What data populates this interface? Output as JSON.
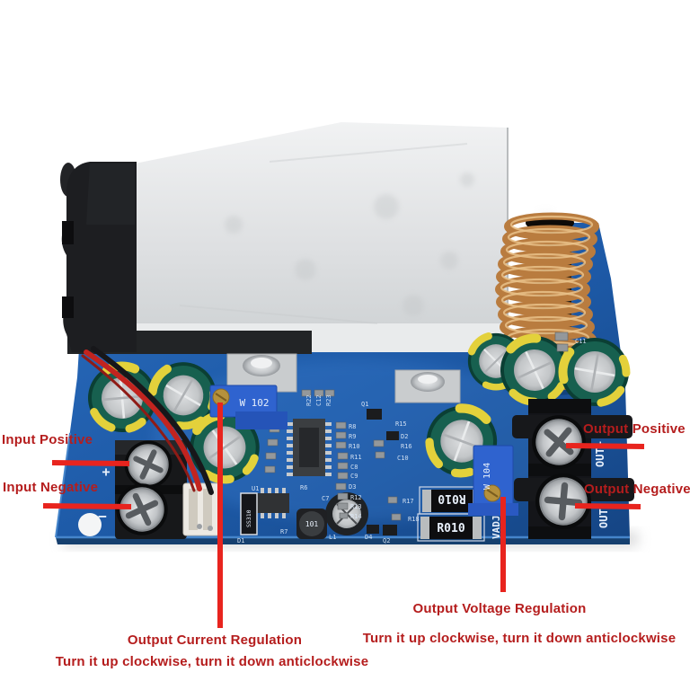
{
  "colors": {
    "ann_text": "#b51d1d",
    "ann_line": "#e8241e",
    "pcb_blue": "#1f5da9",
    "copper": "#b97c3f",
    "heatsink_silver": "#d9dbdd",
    "cap_green": "#17604f",
    "pot_blue": "#2f63cf",
    "background": "#ffffff"
  },
  "annotations": {
    "input_positive": "Input Positive",
    "input_negative": "Input Negative",
    "output_positive": "Output Positive",
    "output_negative": "Output Negative",
    "current_title": "Output Current Regulation",
    "current_hint": "Turn it up clockwise, turn it down anticlockwise",
    "voltage_title": "Output Voltage Regulation",
    "voltage_hint": "Turn it up clockwise, turn it down anticlockwise"
  },
  "board": {
    "silkscreen": {
      "plus": "+",
      "minus": "−",
      "out_plus": "OUT+",
      "out_minus": "OUT-",
      "vadj": "VADJ",
      "refs": [
        "R22",
        "C12",
        "R23",
        "Q1",
        "R8",
        "R9",
        "R10",
        "R11",
        "C8",
        "C9",
        "D3",
        "R12",
        "R13",
        "R14",
        "R15",
        "D2",
        "R16",
        "C10",
        "R6",
        "C7",
        "U1",
        "D1",
        "R7",
        "L1",
        "R17",
        "R18",
        "D4",
        "Q2",
        "C11"
      ]
    },
    "markings": {
      "current_pot": "W 102",
      "voltage_pot": "W 104",
      "shunt_top": "R010",
      "shunt_bottom": "R010",
      "inductor": "101",
      "diode": "SS310"
    }
  }
}
